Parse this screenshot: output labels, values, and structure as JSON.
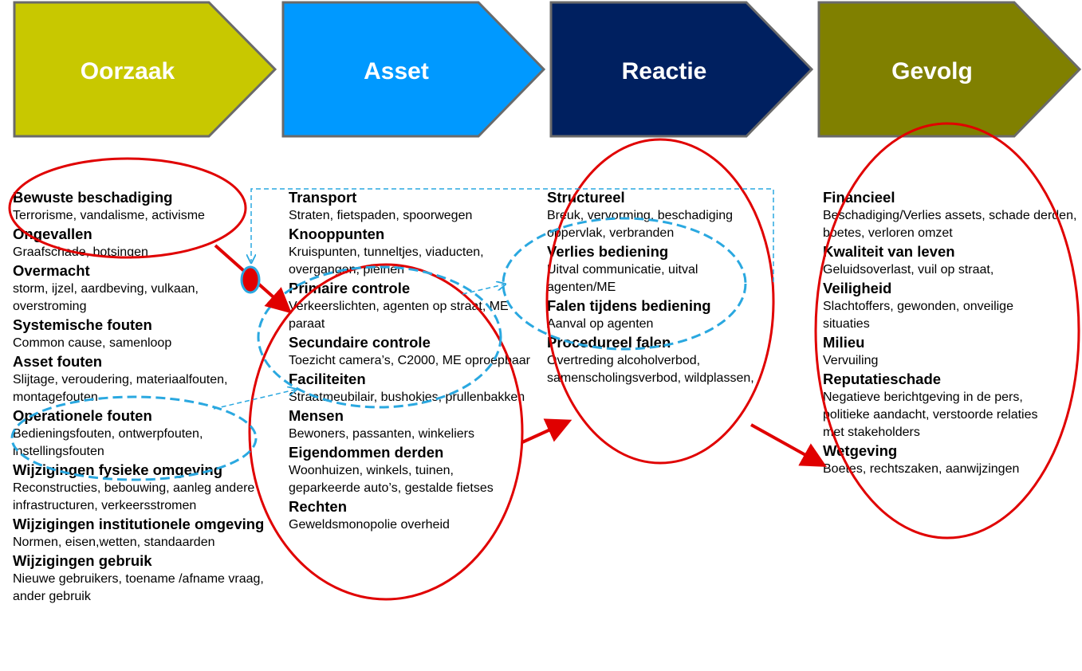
{
  "chevrons": [
    {
      "label": "Oorzaak",
      "color": "#c8c800"
    },
    {
      "label": "Asset",
      "color": "#0099ff"
    },
    {
      "label": "Reactie",
      "color": "#002060"
    },
    {
      "label": "Gevolg",
      "color": "#808000"
    }
  ],
  "columns": [
    {
      "items": [
        {
          "heading": "Bewuste beschadiging",
          "text": "Terrorisme, vandalisme, activisme"
        },
        {
          "heading": "Ongevallen",
          "text": "Graafschade, botsingen"
        },
        {
          "heading": "Overmacht",
          "text": "storm, ijzel,  aardbeving, vulkaan, overstroming"
        },
        {
          "heading": "Systemische fouten",
          "text": "Common cause, samenloop"
        },
        {
          "heading": "Asset fouten",
          "text": "Slijtage, veroudering, materiaalfouten, montagefouten"
        },
        {
          "heading": "Operationele fouten",
          "text": "Bedieningsfouten, ontwerpfouten, instellingsfouten"
        },
        {
          "heading": "Wijzigingen fysieke omgeving",
          "text": "Reconstructies, bebouwing, aanleg andere infrastructuren, verkeersstromen"
        },
        {
          "heading": "Wijzigingen institutionele omgeving",
          "text": "Normen, eisen,wetten, standaarden"
        },
        {
          "heading": "Wijzigingen gebruik",
          "text": "Nieuwe gebruikers, toename /afname vraag, ander gebruik"
        }
      ]
    },
    {
      "items": [
        {
          "heading": "Transport",
          "text": "Straten, fietspaden, spoorwegen"
        },
        {
          "heading": "Knooppunten",
          "text": "Kruispunten, tunneltjes,  viaducten, overgangen, pleinen"
        },
        {
          "heading": "Primaire controle",
          "text": "Verkeerslichten, agenten op straat, ME paraat"
        },
        {
          "heading": "Secundaire controle",
          "text": "Toezicht camera’s,  C2000, ME oproepbaar"
        },
        {
          "heading": "Faciliteiten",
          "text": "Straatmeubilair, bushokjes, prullenbakken"
        },
        {
          "heading": "Mensen",
          "text": "Bewoners, passanten, winkeliers"
        },
        {
          "heading": "Eigendommen derden",
          "text": "Woonhuizen, winkels, tuinen, geparkeerde  auto’s, gestalde fietses"
        },
        {
          "heading": "Rechten",
          "text": "Geweldsmonopolie overheid"
        }
      ]
    },
    {
      "items": [
        {
          "heading": "Structureel",
          "text": "Breuk, vervorming, beschadiging oppervlak, verbranden"
        },
        {
          "heading": "Verlies bediening",
          "text": "Uitval communicatie,  uitval agenten/ME"
        },
        {
          "heading": "Falen tijdens bediening",
          "text": "Aanval op agenten"
        },
        {
          "heading": "Procedureel falen",
          "text": "Overtreding  alcoholverbod, samenscholingsverbod, wildplassen,"
        }
      ]
    },
    {
      "items": [
        {
          "heading": "Financieel",
          "text": "Beschadiging/Verlies assets, schade derden, boetes, verloren omzet"
        },
        {
          "heading": "Kwaliteit van leven",
          "text": "Geluidsoverlast, vuil op straat,"
        },
        {
          "heading": "Veiligheid",
          "text": "Slachtoffers, gewonden, onveilige situaties"
        },
        {
          "heading": "Milieu",
          "text": "Vervuiling"
        },
        {
          "heading": "Reputatieschade",
          "text": "Negatieve berichtgeving in de pers, politieke aandacht, verstoorde relaties met stakeholders"
        },
        {
          "heading": "Wetgeving",
          "text": "Boetes, rechtszaken, aanwijzingen"
        }
      ]
    }
  ],
  "colors": {
    "highlight": "#e00000",
    "dashed": "#2aa8e0",
    "chevron_border": "#6a6a6a"
  }
}
